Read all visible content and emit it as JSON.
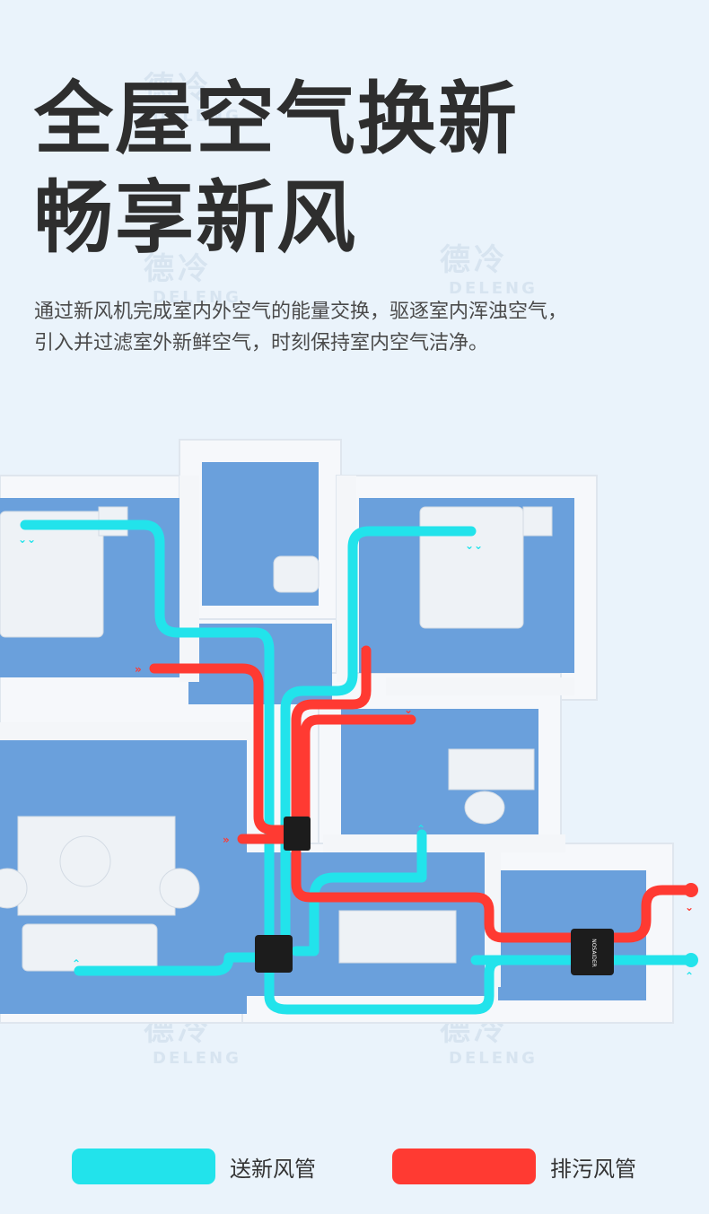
{
  "headline": {
    "line1": "全屋空气换新",
    "line2": "畅享新风"
  },
  "intro": "通过新风机完成室内外空气的能量交换，驱逐室内浑浊空气，引入并过滤室外新鲜空气，时刻保持室内空气洁净。",
  "watermark": {
    "cn": "德冷",
    "en": "DELENG"
  },
  "device_label": "NOSAIDER",
  "legend": {
    "supply": {
      "label": "送新风管",
      "color": "#22e3eb"
    },
    "exhaust": {
      "label": "排污风管",
      "color": "#ff3a32"
    }
  },
  "colors": {
    "background": "#eaf3fb",
    "floor": "#6aa0dc",
    "wall": "#f6f8fb"
  }
}
